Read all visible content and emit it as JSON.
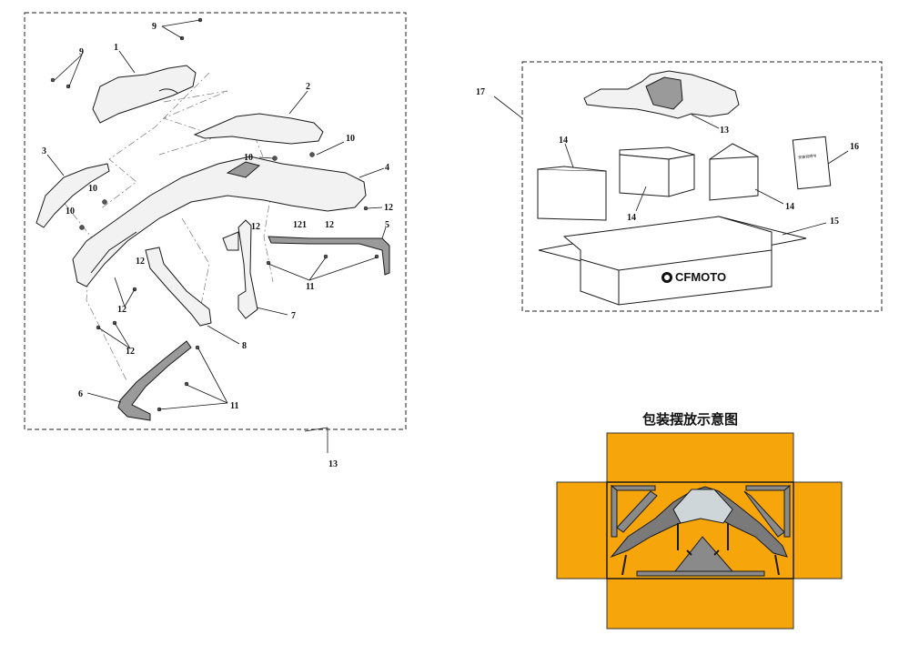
{
  "diagram": {
    "main_assembly": {
      "callouts": {
        "c1": "1",
        "c2": "2",
        "c3": "3",
        "c4": "4",
        "c5": "5",
        "c6": "6",
        "c7": "7",
        "c8": "8",
        "c9a": "9",
        "c9b": "9",
        "c10a": "10",
        "c10b": "10",
        "c10c": "10",
        "c10d": "10",
        "c11a": "11",
        "c11b": "11",
        "c12a": "12",
        "c12b": "12",
        "c12c": "12",
        "c12d": "12",
        "c12e": "12",
        "c12f": "121",
        "c12g": "12",
        "c13": "13"
      }
    },
    "package_view": {
      "callouts": {
        "c13": "13",
        "c14a": "14",
        "c14b": "14",
        "c14c": "14",
        "c15": "15",
        "c16": "16",
        "c17": "17"
      },
      "box_brand": "CFMOTO",
      "manual_label": "安装说明书"
    },
    "packing_layout": {
      "title": "包装摆放示意图",
      "box_color": "#f6a50b"
    }
  }
}
